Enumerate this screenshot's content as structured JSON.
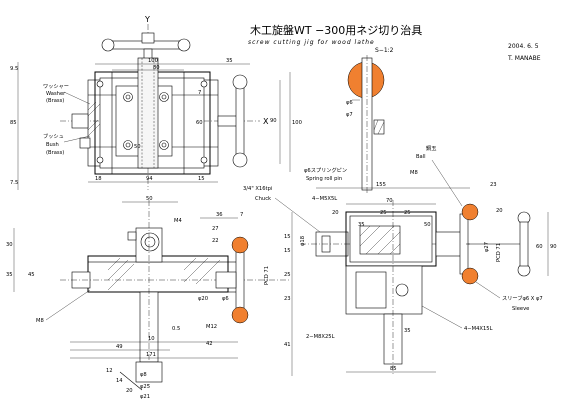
{
  "title": {
    "main": "木工旋盤WT −300用ネジ切り治具",
    "sub": "screw cutting jig for wood lathe",
    "scale": "S−1:2",
    "date": "2004. 6. 5",
    "author": "T. MANABE"
  },
  "axes": {
    "y": "Y",
    "x": "X"
  },
  "labels": {
    "washer_jp": "ワッシャー",
    "washer_en": "Washer",
    "washer_mat": "(Brass)",
    "bush_jp": "ブッシュ",
    "bush_en": "Bush",
    "bush_mat": "(Brass)",
    "chuck_spec": "3/4\" X16tpi",
    "chuck": "Chuck",
    "spring_pin_jp": "φ6スプリングピン",
    "spring_pin_en": "Spring roll pin",
    "ball_jp": "鋼玉",
    "ball_en": "Ball",
    "sleeve_jp": "スリーブφ6 X φ7",
    "sleeve_en": "Sleeve",
    "m8_right": "M8",
    "m8_left": "M8",
    "m4_mid": "M4",
    "m12": "M12",
    "m4x5_5l": "4−M5X5L",
    "m4x15l": "4−M4X15L",
    "m2x25l": "2−M8X25L",
    "pcd": "PCD 71",
    "pcd2": "PCD 71"
  },
  "dims": {
    "top_100": "100",
    "top_80": "80",
    "top_35": "35",
    "left_9_5": "9.5",
    "left_85": "85",
    "left_7_5": "7.5",
    "right_100": "100",
    "right_90": "90",
    "right_60": "60",
    "right_7": "7",
    "mid_50": "50",
    "bot_18": "18",
    "bot_94": "94",
    "bot_15": "15",
    "sv_phi6": "φ6",
    "sv_phi7": "φ7",
    "fl_50": "50",
    "fl_36": "36",
    "fl_7": "7",
    "fl_27": "27",
    "fl_22": "22",
    "fl_30": "30",
    "fl_35": "35",
    "fl_45": "45",
    "fl_phi20": "φ20",
    "fl_phi6": "φ6",
    "fl_0_5": "0.5",
    "fl_10": "10",
    "fl_42": "42",
    "fl_49": "49",
    "fl_171": "171",
    "fl_phi8": "φ8",
    "fl_phi25": "φ25",
    "fl_phi21": "φ21",
    "fl_20": "20",
    "fl_14": "14",
    "fl_12": "12",
    "fr_155": "155",
    "fr_70": "70",
    "fr_20": "20",
    "fr_25a": "25",
    "fr_25b": "25",
    "fr_35": "35",
    "fr_50": "50",
    "fr_23": "23",
    "fr_20b": "20",
    "fr_phi27": "φ27",
    "fr_90": "90",
    "fr_60": "60",
    "fr_15": "15",
    "fr_phi18": "φ18",
    "fr_15b": "15",
    "fr_25c": "25",
    "fr_23b": "23",
    "fr_41": "41",
    "fr_35b": "35",
    "fr_85": "85"
  }
}
